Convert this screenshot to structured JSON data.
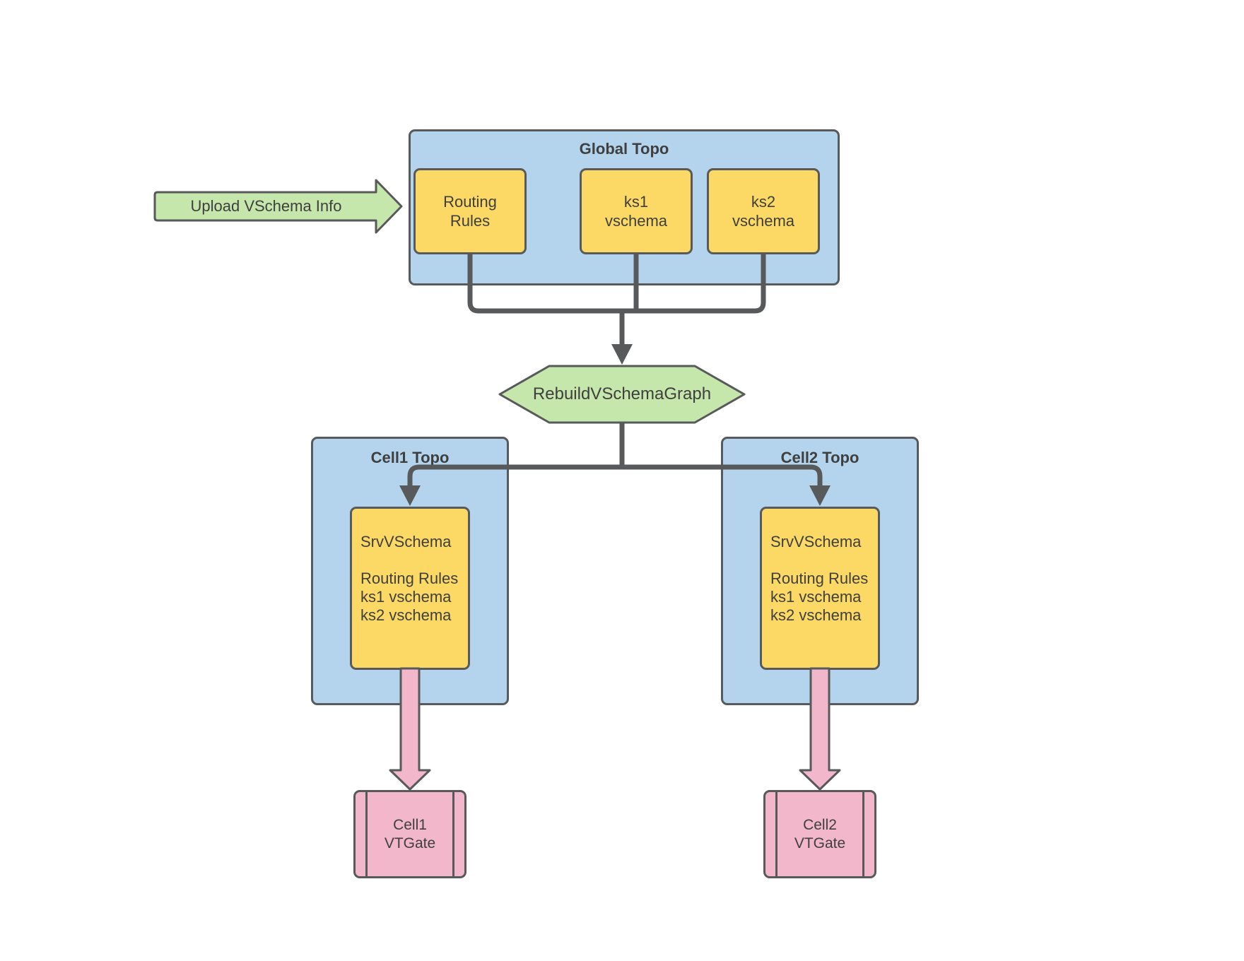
{
  "diagram": {
    "background": "#ffffff",
    "colors": {
      "container_fill": "#b3d4ec",
      "node_fill": "#fcd865",
      "accent_fill": "#c6e7ab",
      "gate_fill": "#f3b7cc",
      "stroke": "#57595b",
      "connector": "#57595b",
      "text": "#3f3f3f"
    },
    "upload_arrow": {
      "label": "Upload VSchema Info"
    },
    "global_topo": {
      "title": "Global Topo",
      "items": [
        {
          "label": "Routing\nRules"
        },
        {
          "label": "ks1\nvschema"
        },
        {
          "label": "ks2\nvschema"
        }
      ]
    },
    "rebuild": {
      "label": "RebuildVSchemaGraph"
    },
    "cells": [
      {
        "title": "Cell1 Topo",
        "srv": "SrvVSchema\n\nRouting Rules\nks1 vschema\nks2 vschema",
        "gate": "Cell1\nVTGate"
      },
      {
        "title": "Cell2 Topo",
        "srv": "SrvVSchema\n\nRouting Rules\nks1 vschema\nks2 vschema",
        "gate": "Cell2\nVTGate"
      }
    ]
  }
}
